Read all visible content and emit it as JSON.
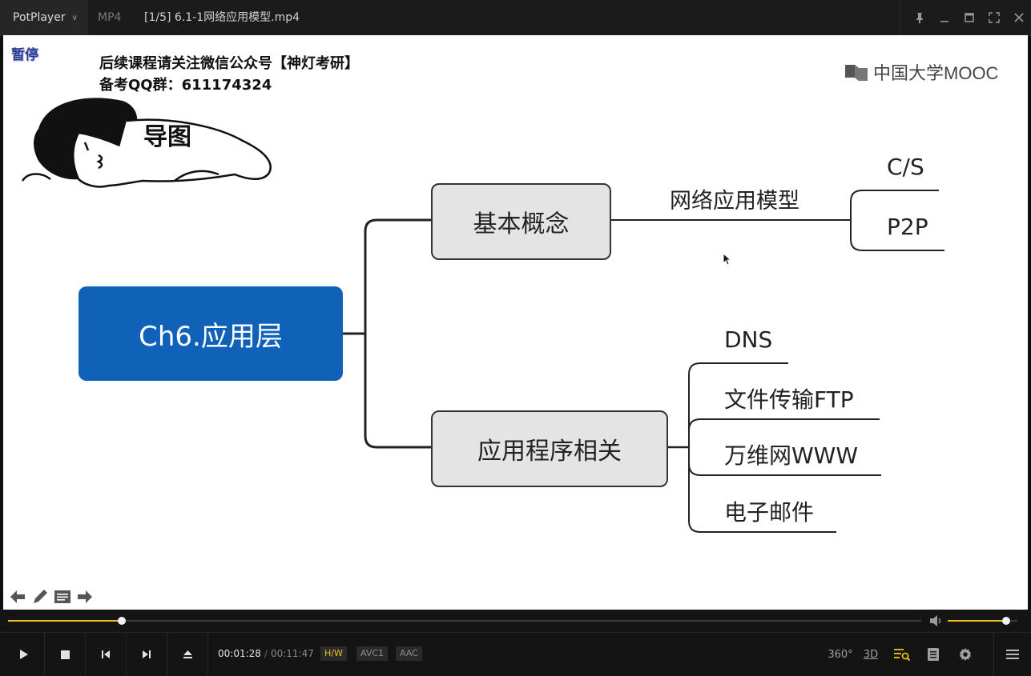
{
  "titlebar": {
    "app_name": "PotPlayer",
    "format": "MP4",
    "file_title": "[1/5] 6.1-1网络应用模型.mp4",
    "buttons": [
      "pin",
      "minimize",
      "maximize",
      "fullscreen",
      "close"
    ]
  },
  "video": {
    "osd_status": "暂停",
    "promo_line1": "后续课程请关注微信公众号【神灯考研】",
    "promo_line2": "备考QQ群：611174324",
    "watermark": "中国大学MOOC",
    "meme_caption": "导图",
    "mindmap": {
      "root": "Ch6.应用层",
      "branch_basic": "基本概念",
      "branch_basic_child": "网络应用模型",
      "model_items": [
        "C/S",
        "P2P"
      ],
      "branch_app": "应用程序相关",
      "app_items": [
        "DNS",
        "文件传输FTP",
        "万维网WWW",
        "电子邮件"
      ]
    },
    "draw_tools": [
      "arrow-left-icon",
      "pen-icon",
      "note-icon",
      "arrow-right-icon"
    ]
  },
  "playback": {
    "current_time": "00:01:28",
    "separator": "/",
    "total_time": "00:11:47",
    "progress": 0.1245,
    "volume": 0.84,
    "badges": [
      "H/W",
      "AVC1",
      "AAC"
    ],
    "right_buttons": [
      "360°",
      "3D"
    ],
    "accent_color": "#e8c21a"
  }
}
